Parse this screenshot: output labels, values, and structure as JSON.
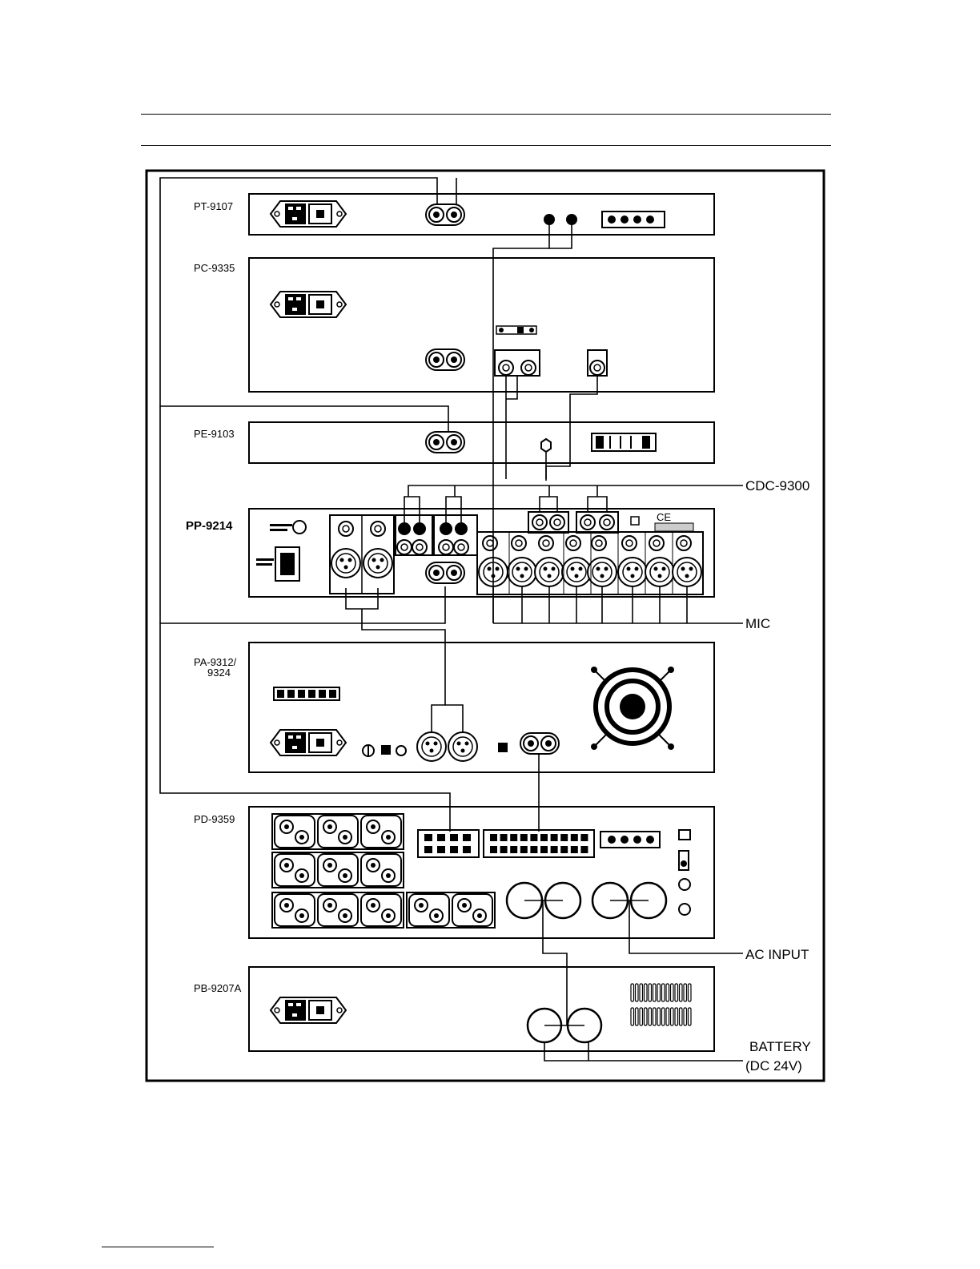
{
  "units": {
    "pt": "PT-9107",
    "pc": "PC-9335",
    "pe": "PE-9103",
    "pp": "PP-9214",
    "pa1": "PA-9312/",
    "pa2": "9324",
    "pd": "PD-9359",
    "pb": "PB-9207A"
  },
  "external": {
    "cdc": "CDC-9300",
    "mic": "MIC",
    "ac_input": "AC INPUT",
    "battery1": "BATTERY",
    "battery2": "(DC 24V)"
  },
  "panel_marks": {
    "ce": "CE"
  }
}
